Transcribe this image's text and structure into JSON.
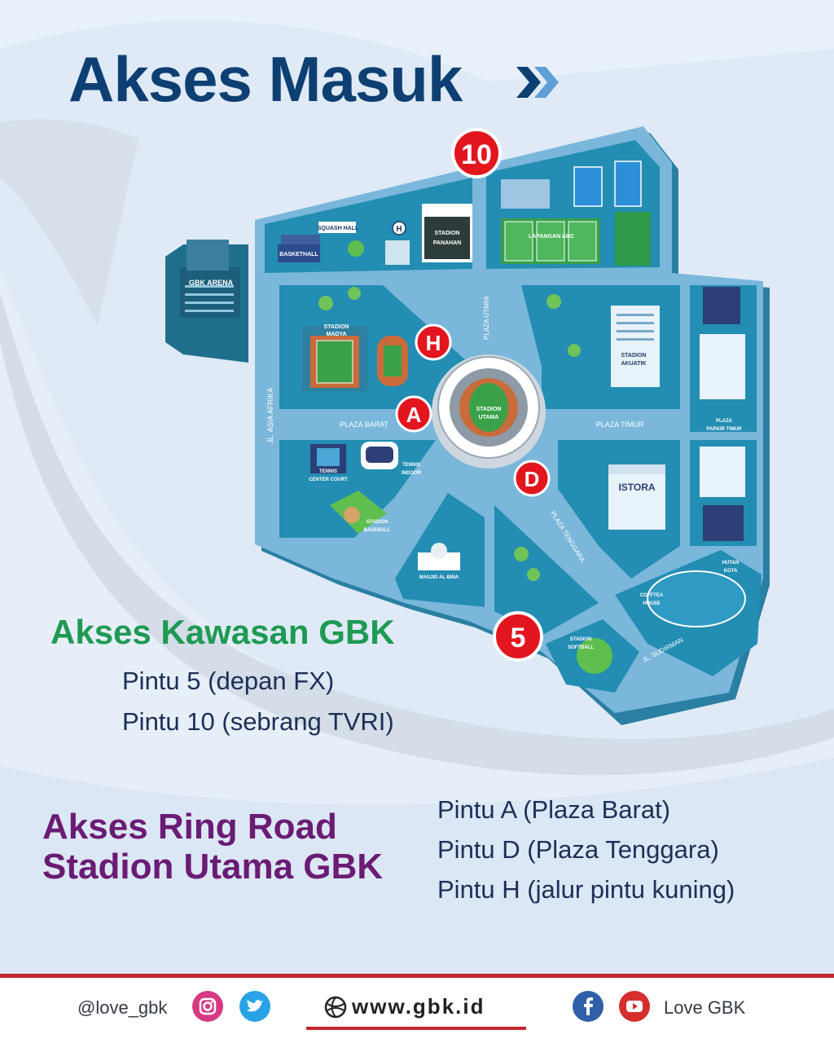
{
  "title": "Akses Masuk",
  "map": {
    "gates": [
      {
        "id": "10",
        "color": "#e3151e"
      },
      {
        "id": "H",
        "color": "#e3151e"
      },
      {
        "id": "A",
        "color": "#e3151e"
      },
      {
        "id": "D",
        "color": "#e3151e"
      },
      {
        "id": "5",
        "color": "#e3151e"
      }
    ],
    "labels": {
      "gbk_arena": "GBK ARENA",
      "squash_hall": "SQUASH HALL",
      "basketball": "BASKETHALL",
      "stadion_panahan_1": "STADION",
      "stadion_panahan_2": "PANAHAN",
      "lapangan_abc": "LAPANGAN ABC",
      "stadion_madya_1": "STADION",
      "stadion_madya_2": "MADYA",
      "plaza_utara": "PLAZA UTARA",
      "stadion_utama_1": "STADION",
      "stadion_utama_2": "UTAMA",
      "stadion_akuatik_1": "STADION",
      "stadion_akuatik_2": "AKUATIK",
      "plaza_barat": "PLAZA BARAT",
      "plaza_timur": "PLAZA TIMUR",
      "plaza_parkir_timur_1": "PLAZA",
      "plaza_parkir_timur_2": "PARKIR TIMUR",
      "jl_asia_afrika": "JL. ASIA AFRIKA",
      "tennis_center_1": "TENNIS",
      "tennis_center_2": "CENTER COURT",
      "tennis_indoor_1": "TENNIS",
      "tennis_indoor_2": "INDOOR",
      "istora": "ISTORA",
      "stadion_baseball_1": "STADION",
      "stadion_baseball_2": "BASEBALL",
      "plaza_tenggara": "PLAZA TENGGARA",
      "masjid": "MASJID AL BINA",
      "hutan_kota_1": "HUTAN",
      "hutan_kota_2": "KOTA",
      "cofftea_1": "COFFTEA",
      "cofftea_2": "HOUSE",
      "stadion_softball_1": "STADION",
      "stadion_softball_2": "SOFTBALL",
      "jl_sudirman": "JL. SUDIRMAN"
    }
  },
  "kawasan": {
    "heading": "Akses Kawasan GBK",
    "items": [
      "Pintu 5 (depan FX)",
      "Pintu 10 (sebrang TVRI)"
    ]
  },
  "ringroad": {
    "heading_line1": "Akses Ring Road",
    "heading_line2": "Stadion Utama GBK",
    "items": [
      "Pintu A (Plaza Barat)",
      "Pintu D (Plaza Tenggara)",
      "Pintu H (jalur pintu kuning)"
    ]
  },
  "footer": {
    "handle": "@love_gbk",
    "website": "www.gbk.id",
    "brand": "Love GBK",
    "icons": [
      "instagram-icon",
      "twitter-icon",
      "globe-icon",
      "facebook-icon",
      "youtube-icon"
    ]
  },
  "colors": {
    "title": "#0e3f73",
    "green_heading": "#1f9a53",
    "purple_heading": "#6a1b74",
    "accent_red": "#c4262e"
  }
}
